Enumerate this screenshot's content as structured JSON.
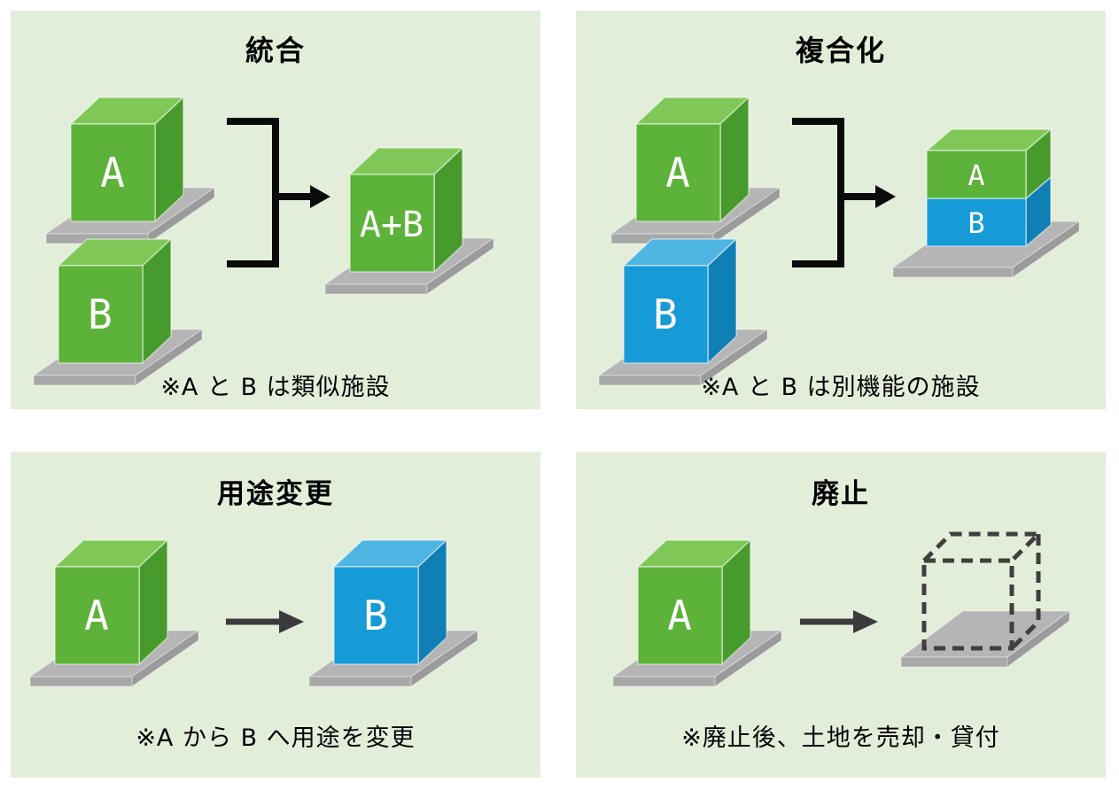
{
  "page": {
    "background": "#ffffff",
    "panel_background": "#e3eeda"
  },
  "colors": {
    "green_cube_front": "#5db23a",
    "green_cube_top": "#7fc858",
    "green_cube_side": "#479b2c",
    "blue_cube_front": "#169bd7",
    "blue_cube_top": "#4fb5e2",
    "blue_cube_side": "#0f7fb5",
    "platform_top": "#b5b5b5",
    "platform_front": "#a8a8a8",
    "platform_side": "#9b9b9b",
    "merge_arrow": "#0a0a0a",
    "straight_arrow": "#3b3b3b",
    "dashed_outline": "#3f3f3f",
    "title_text": "#000000",
    "caption_text": "#000000",
    "cube_label_text": "#ffffff"
  },
  "panels": {
    "integration": {
      "title": "統合",
      "caption": "※A と B は類似施設",
      "cube_a_label": "A",
      "cube_b_label": "B",
      "result_label": "A+B"
    },
    "composite": {
      "title": "複合化",
      "caption": "※A と B は別機能の施設",
      "cube_a_label": "A",
      "cube_b_label": "B",
      "stack_a_label": "A",
      "stack_b_label": "B"
    },
    "use_change": {
      "title": "用途変更",
      "caption": "※A から B へ用途を変更",
      "cube_a_label": "A",
      "cube_b_label": "B"
    },
    "abolition": {
      "title": "廃止",
      "caption": "※廃止後、土地を売却・貸付",
      "cube_a_label": "A"
    }
  }
}
